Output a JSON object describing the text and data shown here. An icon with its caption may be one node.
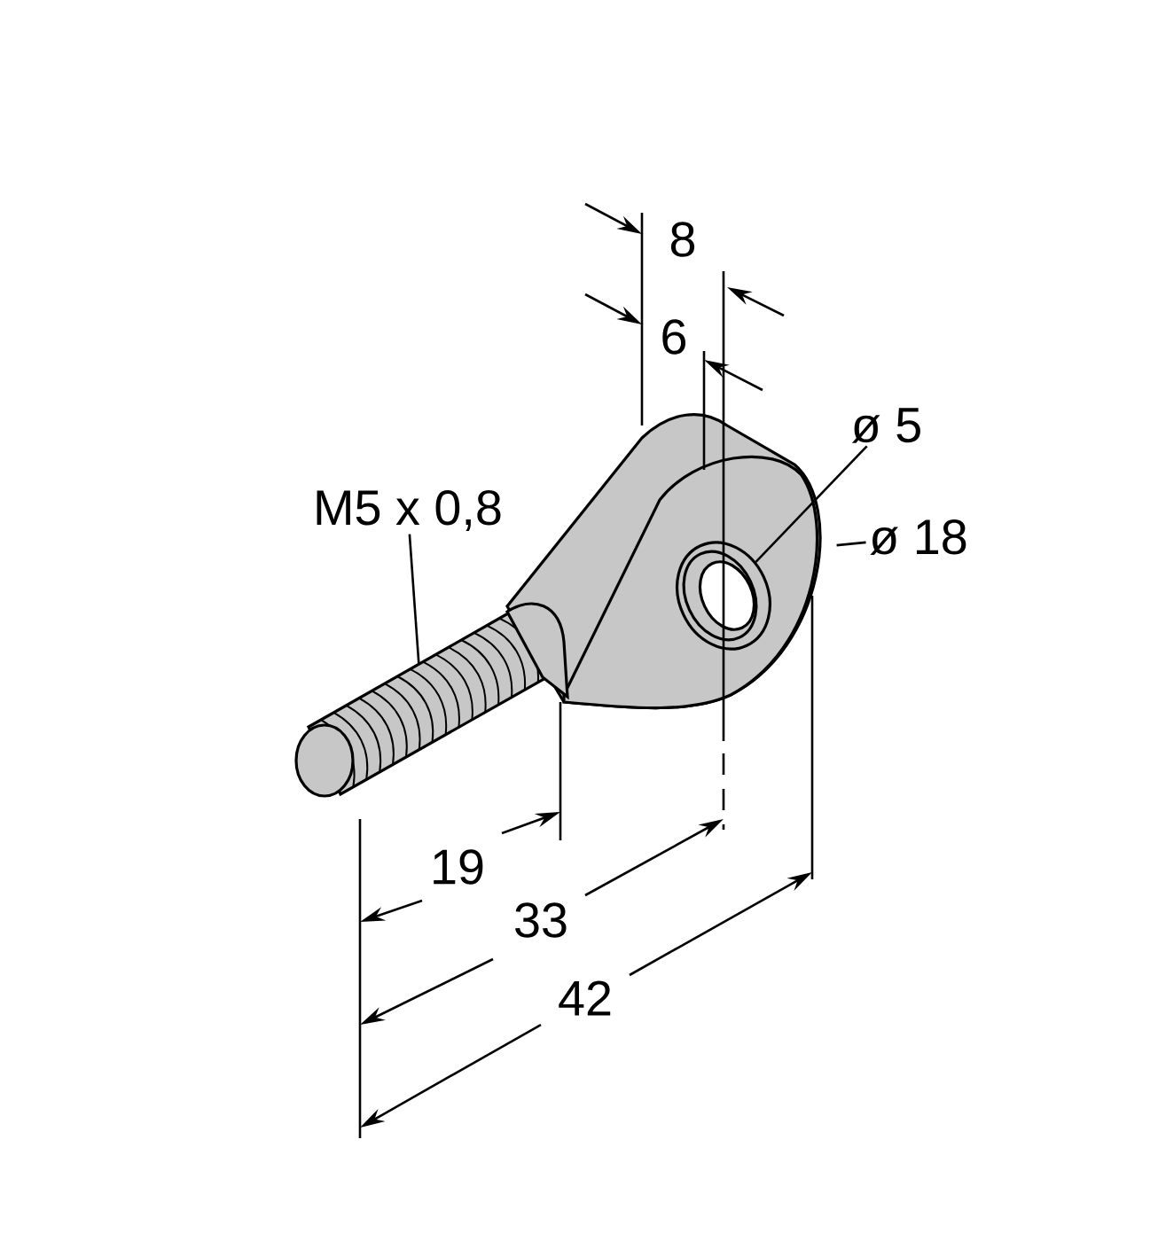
{
  "diagram": {
    "nodes": [
      {
        "text": [
          "M5 x 0,8"
        ]
      },
      {
        "text": [],
        "shape": "picture"
      },
      {
        "text": [
          "ø 5"
        ]
      },
      {
        "text": [],
        "shape": "circle",
        "in": 5
      },
      {
        "text": [
          "ø 18"
        ]
      },
      {
        "text": [],
        "shape": "picture"
      }
    ],
    "edges": [
      {
        "from": 0,
        "to": 1,
        "arrow": "none"
      },
      {
        "from": 2,
        "to": 3,
        "arrow": "none"
      },
      {
        "from": 4,
        "to": 5,
        "arrow": "none"
      }
    ],
    "labels": [
      "8",
      "6",
      "19",
      "33",
      "42"
    ]
  }
}
